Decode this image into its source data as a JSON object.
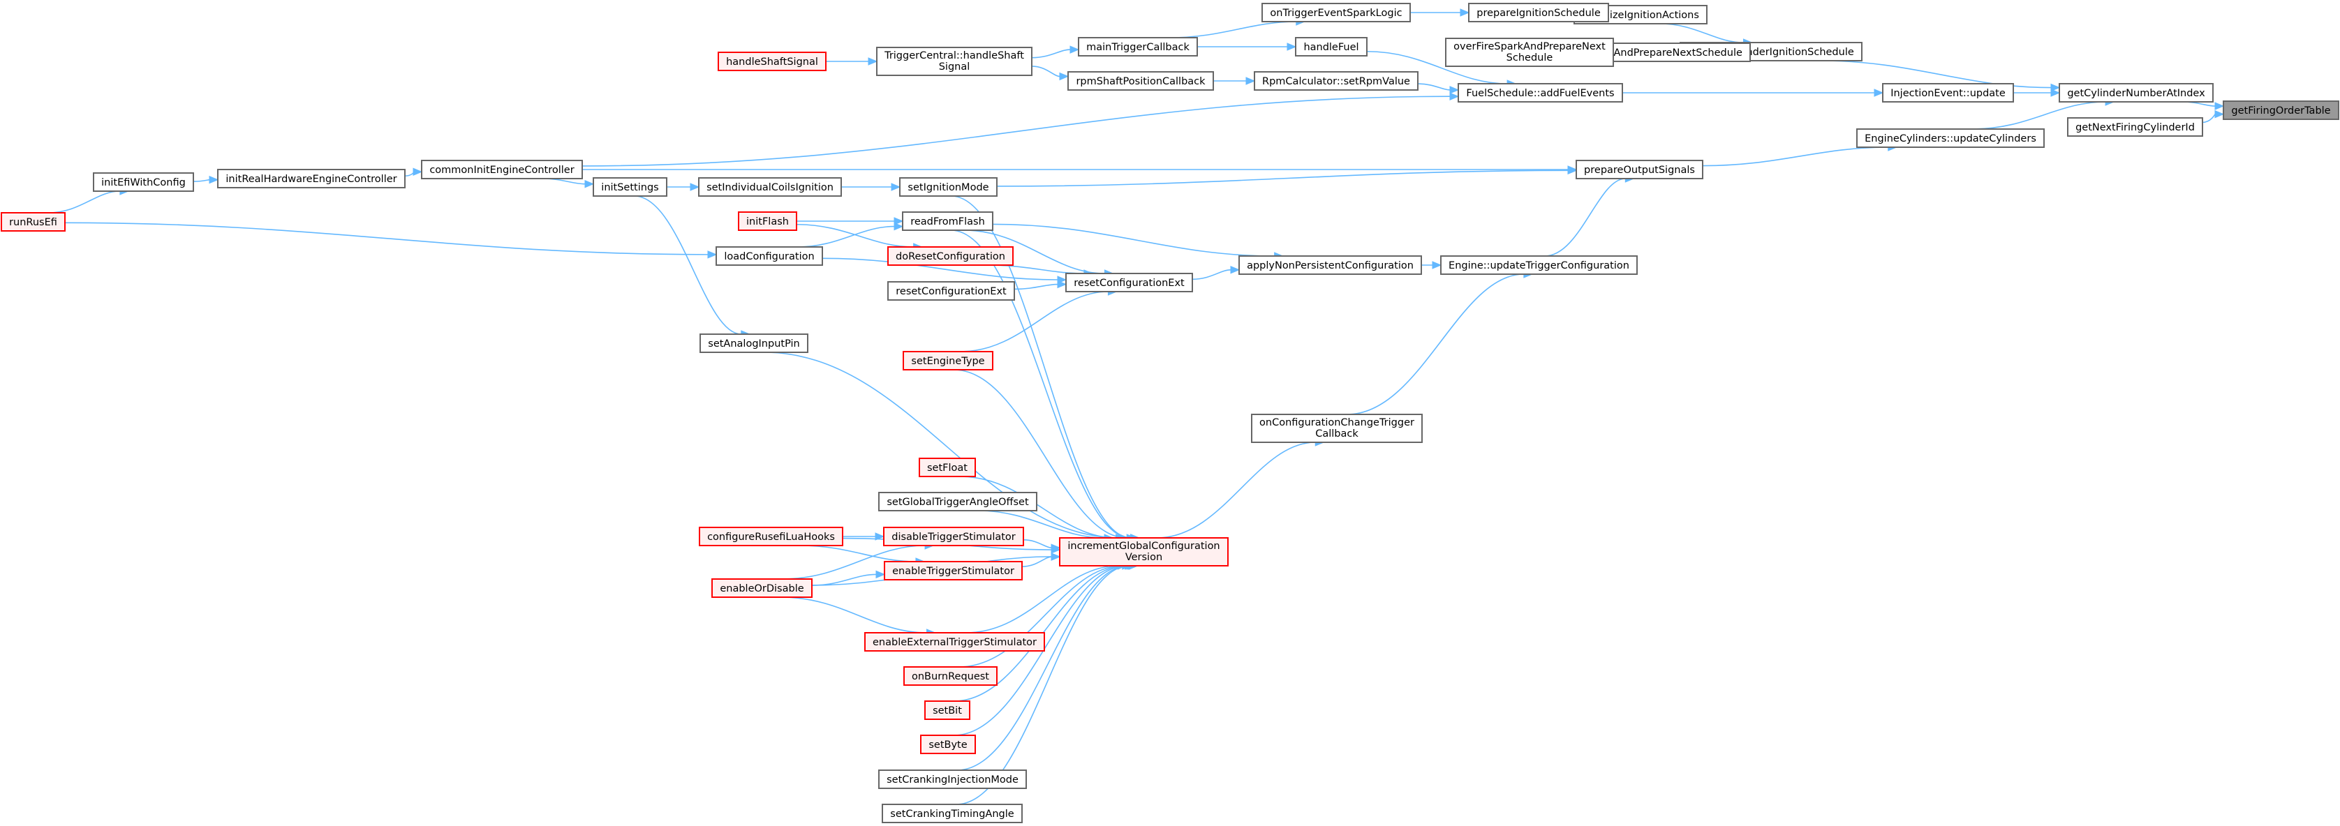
{
  "graph": {
    "type": "call-graph",
    "root": "getFiringOrderTable",
    "colors": {
      "edge": "#63b8ff",
      "node_border": "#666666",
      "node_fill": "#ffffff",
      "truncated_border": "#ff0000",
      "truncated_fill": "#fff0f0",
      "root_fill": "#999999"
    },
    "nodes": [
      {
        "id": "getFiringOrderTable",
        "label": [
          "getFiringOrderTable"
        ],
        "style": "root"
      },
      {
        "id": "getCylinderNumberAtIndex",
        "label": [
          "getCylinderNumberAtIndex"
        ],
        "style": "plain"
      },
      {
        "id": "getNextFiringCylinderId",
        "label": [
          "getNextFiringCylinderId"
        ],
        "style": "plain"
      },
      {
        "id": "prepareCylinderIgnitionSchedule",
        "label": [
          "prepareCylinderIgnitionSchedule"
        ],
        "style": "plain"
      },
      {
        "id": "InjectionEvent_update",
        "label": [
          "InjectionEvent::update"
        ],
        "style": "plain"
      },
      {
        "id": "EngineCylinders_updateCylinders",
        "label": [
          "EngineCylinders::updateCylinders"
        ],
        "style": "plain"
      },
      {
        "id": "initializeIgnitionActions",
        "label": [
          "initializeIgnitionActions"
        ],
        "style": "plain"
      },
      {
        "id": "fireSparkAndPrepareNextSchedule",
        "label": [
          "fireSparkAndPrepareNextSchedule"
        ],
        "style": "plain"
      },
      {
        "id": "prepareIgnitionSchedule",
        "label": [
          "prepareIgnitionSchedule"
        ],
        "style": "plain"
      },
      {
        "id": "overFireSparkAndPrepareNextSchedule",
        "label": [
          "overFireSparkAndPrepareNext",
          "Schedule"
        ],
        "style": "plain"
      },
      {
        "id": "FuelSchedule_addFuelEvents",
        "label": [
          "FuelSchedule::addFuelEvents"
        ],
        "style": "plain"
      },
      {
        "id": "prepareOutputSignals",
        "label": [
          "prepareOutputSignals"
        ],
        "style": "plain"
      },
      {
        "id": "onTriggerEventSparkLogic",
        "label": [
          "onTriggerEventSparkLogic"
        ],
        "style": "plain"
      },
      {
        "id": "handleFuel",
        "label": [
          "handleFuel"
        ],
        "style": "plain"
      },
      {
        "id": "RpmCalculator_setRpmValue",
        "label": [
          "RpmCalculator::setRpmValue"
        ],
        "style": "plain"
      },
      {
        "id": "mainTriggerCallback",
        "label": [
          "mainTriggerCallback"
        ],
        "style": "plain"
      },
      {
        "id": "rpmShaftPositionCallback",
        "label": [
          "rpmShaftPositionCallback"
        ],
        "style": "plain"
      },
      {
        "id": "TriggerCentral_handleShaftSignal",
        "label": [
          "TriggerCentral::handleShaft",
          "Signal"
        ],
        "style": "plain"
      },
      {
        "id": "handleShaftSignal",
        "label": [
          "handleShaftSignal"
        ],
        "style": "red"
      },
      {
        "id": "Engine_updateTriggerConfiguration",
        "label": [
          "Engine::updateTriggerConfiguration"
        ],
        "style": "plain"
      },
      {
        "id": "applyNonPersistentConfiguration",
        "label": [
          "applyNonPersistentConfiguration"
        ],
        "style": "plain"
      },
      {
        "id": "onConfigurationChangeTriggerCallback",
        "label": [
          "onConfigurationChangeTrigger",
          "Callback"
        ],
        "style": "plain"
      },
      {
        "id": "resetConfigurationExt_a",
        "label": [
          "resetConfigurationExt"
        ],
        "style": "plain"
      },
      {
        "id": "resetConfigurationExt_b",
        "label": [
          "resetConfigurationExt"
        ],
        "style": "plain"
      },
      {
        "id": "incrementGlobalConfigurationVersion",
        "label": [
          "incrementGlobalConfiguration",
          "Version"
        ],
        "style": "red"
      },
      {
        "id": "setIgnitionMode",
        "label": [
          "setIgnitionMode"
        ],
        "style": "plain"
      },
      {
        "id": "readFromFlash",
        "label": [
          "readFromFlash"
        ],
        "style": "plain"
      },
      {
        "id": "doResetConfiguration",
        "label": [
          "doResetConfiguration"
        ],
        "style": "red"
      },
      {
        "id": "setEngineType",
        "label": [
          "setEngineType"
        ],
        "style": "red"
      },
      {
        "id": "setIndividualCoilsIgnition",
        "label": [
          "setIndividualCoilsIgnition"
        ],
        "style": "plain"
      },
      {
        "id": "initFlash",
        "label": [
          "initFlash"
        ],
        "style": "red"
      },
      {
        "id": "loadConfiguration",
        "label": [
          "loadConfiguration"
        ],
        "style": "plain"
      },
      {
        "id": "initSettings",
        "label": [
          "initSettings"
        ],
        "style": "plain"
      },
      {
        "id": "setAnalogInputPin",
        "label": [
          "setAnalogInputPin"
        ],
        "style": "plain"
      },
      {
        "id": "commonInitEngineController",
        "label": [
          "commonInitEngineController"
        ],
        "style": "plain"
      },
      {
        "id": "initRealHardwareEngineController",
        "label": [
          "initRealHardwareEngineController"
        ],
        "style": "plain"
      },
      {
        "id": "initEfiWithConfig",
        "label": [
          "initEfiWithConfig"
        ],
        "style": "plain"
      },
      {
        "id": "runRusEfi",
        "label": [
          "runRusEfi"
        ],
        "style": "red"
      },
      {
        "id": "setFloat",
        "label": [
          "setFloat"
        ],
        "style": "red"
      },
      {
        "id": "setGlobalTriggerAngleOffset",
        "label": [
          "setGlobalTriggerAngleOffset"
        ],
        "style": "plain"
      },
      {
        "id": "configureRusefiLuaHooks",
        "label": [
          "configureRusefiLuaHooks"
        ],
        "style": "red"
      },
      {
        "id": "disableTriggerStimulator",
        "label": [
          "disableTriggerStimulator"
        ],
        "style": "red"
      },
      {
        "id": "enableTriggerStimulator",
        "label": [
          "enableTriggerStimulator"
        ],
        "style": "red"
      },
      {
        "id": "enableOrDisable",
        "label": [
          "enableOrDisable"
        ],
        "style": "red"
      },
      {
        "id": "enableExternalTriggerStimulator",
        "label": [
          "enableExternalTriggerStimulator"
        ],
        "style": "red"
      },
      {
        "id": "onBurnRequest",
        "label": [
          "onBurnRequest"
        ],
        "style": "red"
      },
      {
        "id": "setBit",
        "label": [
          "setBit"
        ],
        "style": "red"
      },
      {
        "id": "setByte",
        "label": [
          "setByte"
        ],
        "style": "red"
      },
      {
        "id": "setCrankingInjectionMode",
        "label": [
          "setCrankingInjectionMode"
        ],
        "style": "plain"
      },
      {
        "id": "setCrankingTimingAngle",
        "label": [
          "setCrankingTimingAngle"
        ],
        "style": "plain"
      }
    ],
    "edges": [
      {
        "from": "getCylinderNumberAtIndex",
        "to": "getFiringOrderTable"
      },
      {
        "from": "getNextFiringCylinderId",
        "to": "getFiringOrderTable"
      },
      {
        "from": "prepareCylinderIgnitionSchedule",
        "to": "getCylinderNumberAtIndex"
      },
      {
        "from": "InjectionEvent_update",
        "to": "getCylinderNumberAtIndex"
      },
      {
        "from": "EngineCylinders_updateCylinders",
        "to": "getCylinderNumberAtIndex"
      },
      {
        "from": "initializeIgnitionActions",
        "to": "prepareCylinderIgnitionSchedule"
      },
      {
        "from": "fireSparkAndPrepareNextSchedule",
        "to": "prepareCylinderIgnitionSchedule"
      },
      {
        "from": "prepareIgnitionSchedule",
        "to": "initializeIgnitionActions"
      },
      {
        "from": "overFireSparkAndPrepareNextSchedule",
        "to": "fireSparkAndPrepareNextSchedule"
      },
      {
        "from": "FuelSchedule_addFuelEvents",
        "to": "InjectionEvent_update"
      },
      {
        "from": "prepareOutputSignals",
        "to": "EngineCylinders_updateCylinders"
      },
      {
        "from": "onTriggerEventSparkLogic",
        "to": "prepareIgnitionSchedule"
      },
      {
        "from": "handleFuel",
        "to": "FuelSchedule_addFuelEvents"
      },
      {
        "from": "RpmCalculator_setRpmValue",
        "to": "FuelSchedule_addFuelEvents"
      },
      {
        "from": "commonInitEngineController",
        "to": "FuelSchedule_addFuelEvents"
      },
      {
        "from": "mainTriggerCallback",
        "to": "onTriggerEventSparkLogic"
      },
      {
        "from": "mainTriggerCallback",
        "to": "handleFuel"
      },
      {
        "from": "rpmShaftPositionCallback",
        "to": "RpmCalculator_setRpmValue"
      },
      {
        "from": "TriggerCentral_handleShaftSignal",
        "to": "mainTriggerCallback"
      },
      {
        "from": "TriggerCentral_handleShaftSignal",
        "to": "rpmShaftPositionCallback"
      },
      {
        "from": "handleShaftSignal",
        "to": "TriggerCentral_handleShaftSignal"
      },
      {
        "from": "commonInitEngineController",
        "to": "prepareOutputSignals"
      },
      {
        "from": "setIgnitionMode",
        "to": "prepareOutputSignals"
      },
      {
        "from": "Engine_updateTriggerConfiguration",
        "to": "prepareOutputSignals"
      },
      {
        "from": "applyNonPersistentConfiguration",
        "to": "Engine_updateTriggerConfiguration"
      },
      {
        "from": "onConfigurationChangeTriggerCallback",
        "to": "Engine_updateTriggerConfiguration"
      },
      {
        "from": "readFromFlash",
        "to": "applyNonPersistentConfiguration"
      },
      {
        "from": "resetConfigurationExt_b",
        "to": "applyNonPersistentConfiguration"
      },
      {
        "from": "incrementGlobalConfigurationVersion",
        "to": "onConfigurationChangeTriggerCallback"
      },
      {
        "from": "readFromFlash",
        "to": "resetConfigurationExt_b"
      },
      {
        "from": "doResetConfiguration",
        "to": "resetConfigurationExt_b"
      },
      {
        "from": "resetConfigurationExt_a",
        "to": "resetConfigurationExt_b"
      },
      {
        "from": "loadConfiguration",
        "to": "resetConfigurationExt_b"
      },
      {
        "from": "setEngineType",
        "to": "resetConfigurationExt_b"
      },
      {
        "from": "initFlash",
        "to": "readFromFlash"
      },
      {
        "from": "loadConfiguration",
        "to": "readFromFlash"
      },
      {
        "from": "initFlash",
        "to": "doResetConfiguration"
      },
      {
        "from": "setIndividualCoilsIgnition",
        "to": "setIgnitionMode"
      },
      {
        "from": "initSettings",
        "to": "setIndividualCoilsIgnition"
      },
      {
        "from": "commonInitEngineController",
        "to": "initSettings"
      },
      {
        "from": "initSettings",
        "to": "setAnalogInputPin"
      },
      {
        "from": "runRusEfi",
        "to": "loadConfiguration"
      },
      {
        "from": "initRealHardwareEngineController",
        "to": "commonInitEngineController"
      },
      {
        "from": "initEfiWithConfig",
        "to": "initRealHardwareEngineController"
      },
      {
        "from": "runRusEfi",
        "to": "initEfiWithConfig"
      },
      {
        "from": "setIgnitionMode",
        "to": "incrementGlobalConfigurationVersion"
      },
      {
        "from": "readFromFlash",
        "to": "incrementGlobalConfigurationVersion"
      },
      {
        "from": "setEngineType",
        "to": "incrementGlobalConfigurationVersion"
      },
      {
        "from": "setAnalogInputPin",
        "to": "incrementGlobalConfigurationVersion"
      },
      {
        "from": "setFloat",
        "to": "incrementGlobalConfigurationVersion"
      },
      {
        "from": "setGlobalTriggerAngleOffset",
        "to": "incrementGlobalConfigurationVersion"
      },
      {
        "from": "configureRusefiLuaHooks",
        "to": "incrementGlobalConfigurationVersion"
      },
      {
        "from": "disableTriggerStimulator",
        "to": "incrementGlobalConfigurationVersion"
      },
      {
        "from": "enableTriggerStimulator",
        "to": "incrementGlobalConfigurationVersion"
      },
      {
        "from": "enableOrDisable",
        "to": "incrementGlobalConfigurationVersion"
      },
      {
        "from": "enableExternalTriggerStimulator",
        "to": "incrementGlobalConfigurationVersion"
      },
      {
        "from": "onBurnRequest",
        "to": "incrementGlobalConfigurationVersion"
      },
      {
        "from": "setBit",
        "to": "incrementGlobalConfigurationVersion"
      },
      {
        "from": "setByte",
        "to": "incrementGlobalConfigurationVersion"
      },
      {
        "from": "setCrankingInjectionMode",
        "to": "incrementGlobalConfigurationVersion"
      },
      {
        "from": "setCrankingTimingAngle",
        "to": "incrementGlobalConfigurationVersion"
      },
      {
        "from": "configureRusefiLuaHooks",
        "to": "disableTriggerStimulator"
      },
      {
        "from": "configureRusefiLuaHooks",
        "to": "enableTriggerStimulator"
      },
      {
        "from": "enableOrDisable",
        "to": "disableTriggerStimulator"
      },
      {
        "from": "enableOrDisable",
        "to": "enableTriggerStimulator"
      },
      {
        "from": "enableOrDisable",
        "to": "enableExternalTriggerStimulator"
      }
    ]
  }
}
